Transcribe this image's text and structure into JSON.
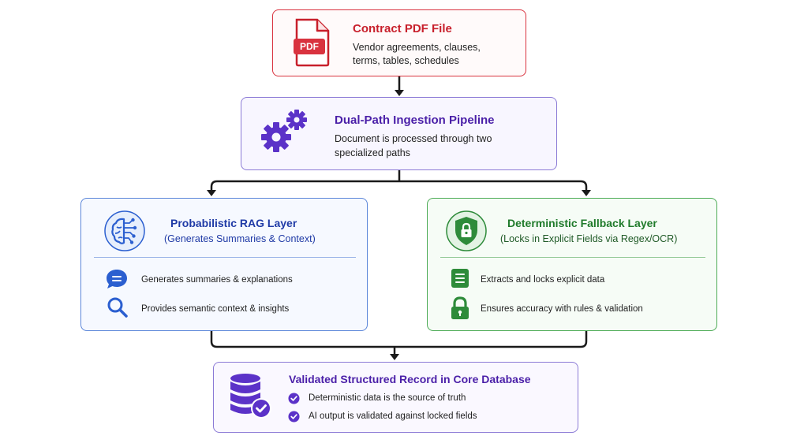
{
  "pdf_box": {
    "icon_text": "PDF",
    "title": "Contract PDF File",
    "desc_line1": "Vendor agreements, clauses,",
    "desc_line2": "terms, tables, schedules"
  },
  "pipeline_box": {
    "title": "Dual-Path Ingestion Pipeline",
    "desc_line1": "Document is processed through two",
    "desc_line2": "specialized paths"
  },
  "rag_box": {
    "title": "Probabilistic RAG Layer",
    "subtitle": "(Generates Summaries & Context)",
    "items": [
      {
        "icon": "chat-bubble-icon",
        "label": "Generates summaries & explanations"
      },
      {
        "icon": "search-icon",
        "label": "Provides semantic context & insights"
      }
    ]
  },
  "det_box": {
    "title": "Deterministic Fallback Layer",
    "subtitle": "(Locks in Explicit Fields via Regex/OCR)",
    "items": [
      {
        "icon": "document-list-icon",
        "label": "Extracts and locks explicit data"
      },
      {
        "icon": "padlock-icon",
        "label": "Ensures accuracy with rules & validation"
      }
    ]
  },
  "db_box": {
    "title": "Validated Structured Record in Core Database",
    "items": [
      {
        "icon": "check-circle-icon",
        "label": "Deterministic data is the source of truth"
      },
      {
        "icon": "check-circle-icon",
        "label": "AI output is validated against locked fields"
      }
    ]
  },
  "colors": {
    "red": "#d9333f",
    "purple": "#5b32c8",
    "blue": "#2b5fd0",
    "green": "#2e8b3a",
    "connector": "#1a1a1a"
  }
}
